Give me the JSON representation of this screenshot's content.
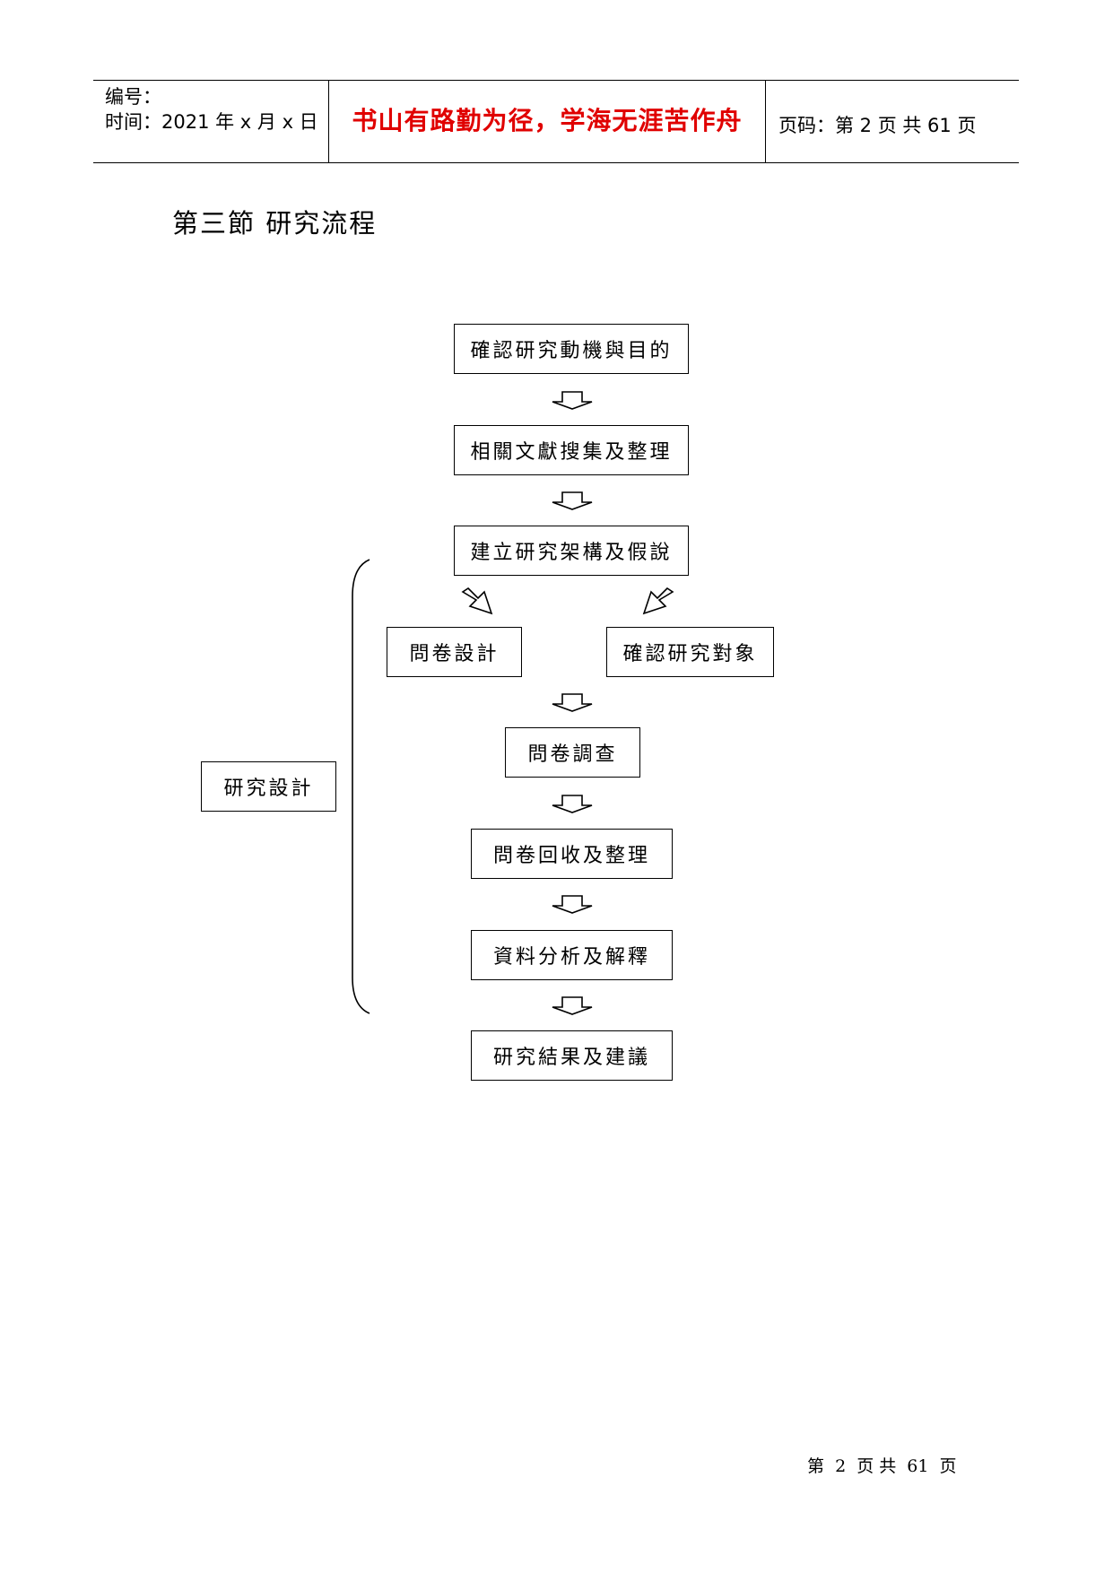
{
  "header": {
    "number_label": "编号：",
    "time_label": "时间：2021 年 x 月 x 日",
    "motto": "书山有路勤为径，学海无涯苦作舟",
    "page_label": "页码：第 2 页  共 61 页"
  },
  "section_title": "第三節  研究流程",
  "flowchart": {
    "steps": {
      "motive": "確認研究動機與目的",
      "literature": "相關文獻搜集及整理",
      "framework": "建立研究架構及假說",
      "questionnaire_design": "問卷設計",
      "subjects": "確認研究對象",
      "survey": "問卷調查",
      "collection": "問卷回收及整理",
      "analysis": "資料分析及解釋",
      "results": "研究結果及建議"
    },
    "bracket_label": "研究設計"
  },
  "footer": {
    "page_prefix": "第",
    "page_number": "2",
    "page_mid": "页  共",
    "page_total": "61",
    "page_suffix": "页"
  }
}
